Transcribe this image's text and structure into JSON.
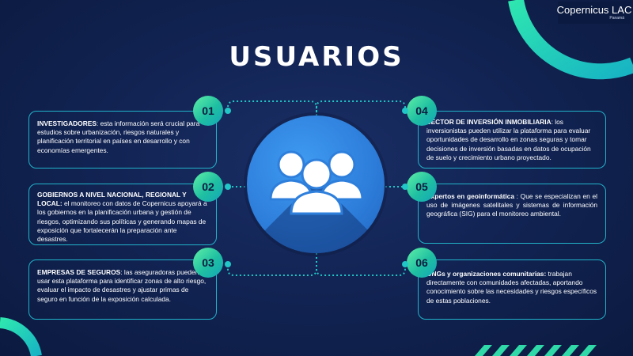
{
  "title": "USUARIOS",
  "logo": {
    "main": "Copernicus LAC",
    "sub": "Panamá"
  },
  "colors": {
    "accent": "#21b3c9",
    "badge": "#2fd9a8",
    "hub": "#2e7fdc",
    "background": "#122454"
  },
  "hub_icon": "users-group-icon",
  "cards": [
    {
      "number": "01",
      "heading": "INVESTIGADORES",
      "body": ": esta información será crucial para estudios sobre urbanización, riesgos naturales y planificación territorial en países en desarrollo y con economías emergentes."
    },
    {
      "number": "02",
      "heading": "GOBIERNOS A NIVEL NACIONAL, REGIONAL Y LOCAL:",
      "body": " el monitoreo con datos de Copernicus apoyará a los gobiernos en la planificación urbana y gestión de riesgos, optimizando sus políticas y generando mapas de exposición que fortalecerán la preparación ante desastres."
    },
    {
      "number": "03",
      "heading": "EMPRESAS DE SEGUROS",
      "body": ": las aseguradoras pueden usar esta plataforma para identificar zonas de alto riesgo, evaluar el impacto de desastres y ajustar primas de seguro en función de la exposición calculada."
    },
    {
      "number": "04",
      "heading": "SECTOR DE INVERSIÓN INMOBILIARIA",
      "body": ": los inversionistas pueden utilizar la plataforma para evaluar oportunidades de desarrollo en zonas seguras y tomar decisiones de inversión basadas en datos de ocupación de suelo y crecimiento urbano proyectado."
    },
    {
      "number": "05",
      "heading": "Expertos en geoinformática",
      "body": " : Que se especializan en el uso de imágenes satelitales y sistemas de información geográfica (SIG) para el monitoreo ambiental."
    },
    {
      "number": "06",
      "heading": "ONGs y organizaciones comunitarias:",
      "body": " trabajan directamente con comunidades afectadas, aportando conocimiento sobre las necesidades y riesgos específicos de estas poblaciones."
    }
  ]
}
